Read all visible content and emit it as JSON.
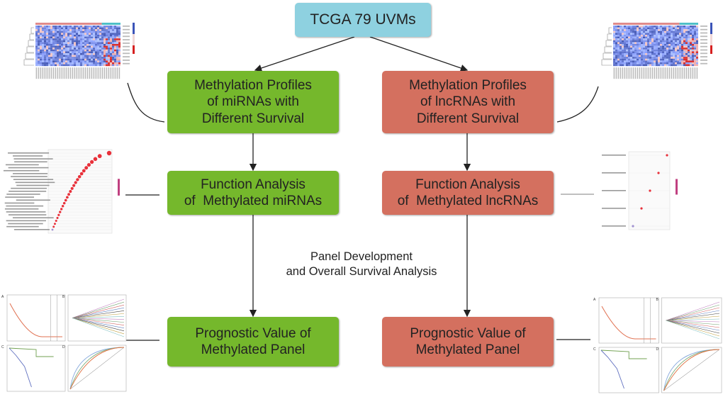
{
  "diagram": {
    "top": {
      "label": "TCGA  79  UVMs",
      "color": "#8ed1e0"
    },
    "colors": {
      "mirna_branch": "#75b82c",
      "lncrna_branch": "#d4705f"
    },
    "mirna_branch": {
      "profiles": {
        "lines": [
          "Methylation Profiles",
          "of miRNAs with",
          "Different Survival"
        ]
      },
      "function": {
        "lines": [
          "Function Analysis",
          "of  Methylated miRNAs"
        ]
      },
      "prognostic": {
        "lines": [
          "Prognostic Value of",
          "Methylated Panel"
        ]
      }
    },
    "lncrna_branch": {
      "profiles": {
        "lines": [
          "Methylation Profiles",
          "of lncRNAs with",
          "Different Survival"
        ]
      },
      "function": {
        "lines": [
          "Function Analysis",
          "of  Methylated lncRNAs"
        ]
      },
      "prognostic": {
        "lines": [
          "Prognostic Value of",
          "Methylated Panel"
        ]
      }
    },
    "middle_label": {
      "lines": [
        "Panel Development",
        "and Overall Survival Analysis"
      ]
    },
    "thumbnails": {
      "mirna_heatmap": "heatmap",
      "lncrna_heatmap": "heatmap",
      "mirna_kegg_dotplot": "kegg-dot-plot",
      "lncrna_kegg_dotplot": "kegg-dot-plot",
      "mirna_survival_panels": [
        "A",
        "B",
        "C",
        "D"
      ],
      "lncrna_survival_panels": [
        "A",
        "B",
        "C",
        "D"
      ]
    }
  }
}
